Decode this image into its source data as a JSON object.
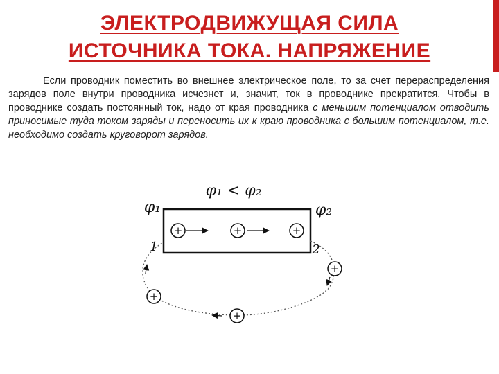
{
  "slide": {
    "title_line1": "ЭЛЕКТРОДВИЖУЩАЯ СИЛА",
    "title_line2": "ИСТОЧНИКА ТОКА. НАПРЯЖЕНИЕ",
    "paragraph_normal": "Если проводник поместить во внешнее электрическое поле, то за счет перераспределения зарядов поле внутри проводника исчезнет и, значит, ток в проводнике прекратится. Чтобы в проводнике создать постоянный ток, надо от края проводника",
    "paragraph_italic": " с меньшим потенциалом отводить приносимые туда током заряды и переносить их к краю проводника с большим потенциалом, т.е. необходимо создать круговорот зарядов."
  },
  "diagram": {
    "relation_label": "φ₁ < φ₂",
    "phi1_label": "φ₁",
    "phi2_label": "φ₂",
    "point1_label": "1",
    "point2_label": "2",
    "charge_symbol": "+"
  },
  "colors": {
    "title": "#c81e1e",
    "accent_bar": "#c81e1e",
    "text": "#222222"
  }
}
